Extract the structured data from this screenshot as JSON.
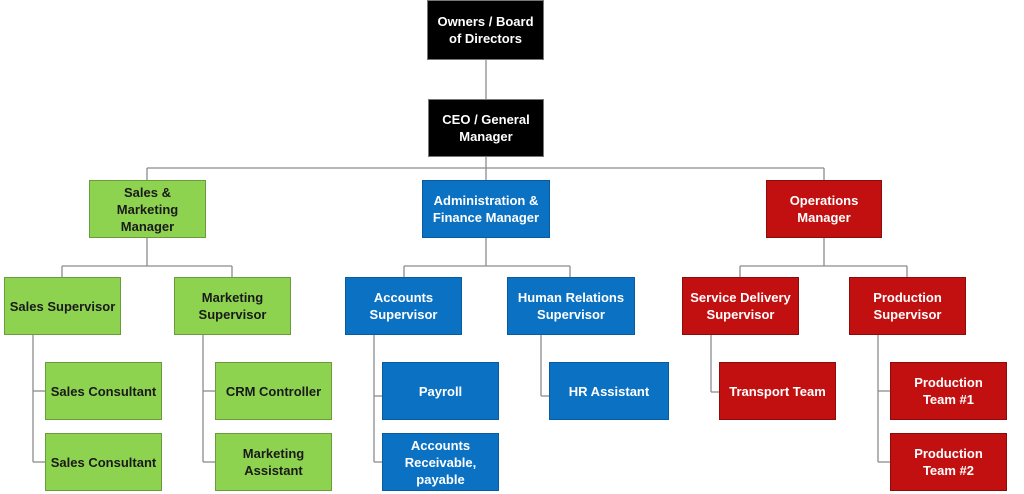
{
  "chart": {
    "owners": "Owners / Board\nof Directors",
    "ceo": "CEO / General\nManager",
    "sales_manager": "Sales &\nMarketing\nManager",
    "admin_manager": "Administration &\nFinance Manager",
    "ops_manager": "Operations\nManager",
    "sales_supervisor": "Sales Supervisor",
    "marketing_supervisor": "Marketing\nSupervisor",
    "accounts_supervisor": "Accounts\nSupervisor",
    "hr_supervisor": "Human Relations\nSupervisor",
    "service_supervisor": "Service Delivery\nSupervisor",
    "production_supervisor": "Production\nSupervisor",
    "sales_consultant_1": "Sales Consultant",
    "sales_consultant_2": "Sales Consultant",
    "crm_controller": "CRM Controller",
    "marketing_assistant": "Marketing\nAssistant",
    "payroll": "Payroll",
    "accounts_receivable": "Accounts\nReceivable,\npayable",
    "hr_assistant": "HR Assistant",
    "transport_team": "Transport Team",
    "production_team_1": "Production\nTeam #1",
    "production_team_2": "Production\nTeam #2"
  },
  "colors": {
    "executive": "#000000",
    "sales_department": "#8ed34f",
    "admin_department": "#0a71c3",
    "operations_department": "#c20f10",
    "connector": "#8c8c8c"
  }
}
